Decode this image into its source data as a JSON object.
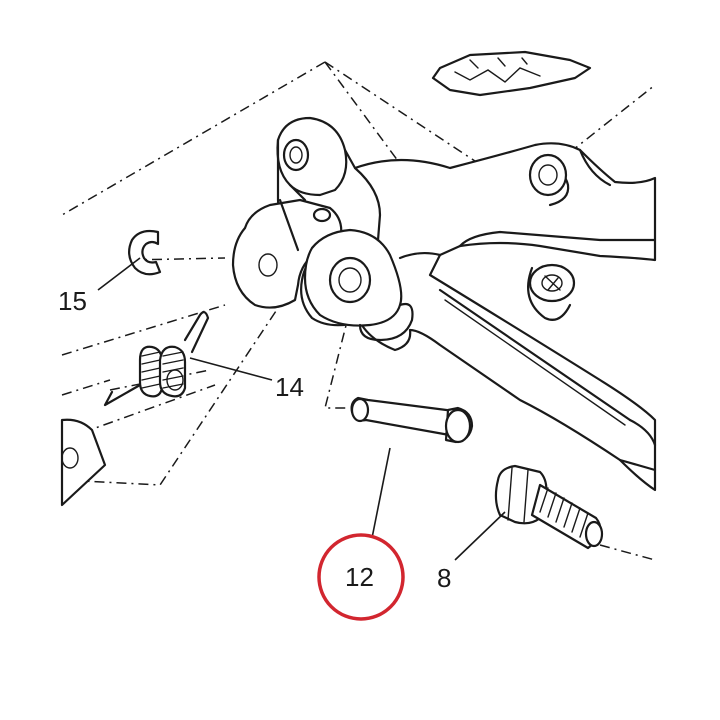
{
  "callouts": {
    "part_15": "15",
    "part_14": "14",
    "part_12": "12",
    "part_8": "8"
  },
  "highlight": {
    "part": "12",
    "color": "#d2262f"
  },
  "icons": {
    "c_clip": "c-clip-icon",
    "spring": "torsion-spring-icon",
    "pin": "pivot-pin-icon",
    "bolt": "bolt-icon"
  }
}
